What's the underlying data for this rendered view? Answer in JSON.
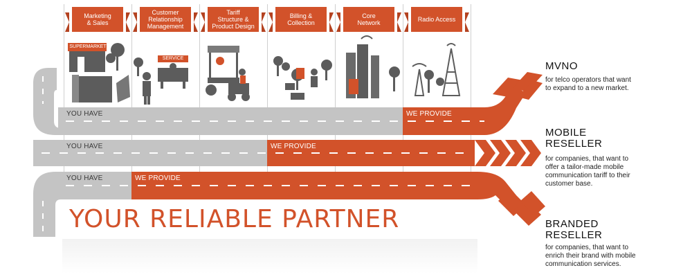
{
  "columns": [
    {
      "label": "Marketing\n& Sales"
    },
    {
      "label": "Customer\nRelationship\nManagement"
    },
    {
      "label": "Tariff\nStructure &\nProduct Design"
    },
    {
      "label": "Billing &\nCollection"
    },
    {
      "label": "Core\nNetwork"
    },
    {
      "label": "Radio Access"
    }
  ],
  "scene": {
    "supermarket_sign": "SUPERMARKET",
    "service_sign": "SERVICE"
  },
  "lanes": [
    {
      "have_label": "YOU HAVE",
      "provide_label": "WE PROVIDE",
      "provided_from_column": 6
    },
    {
      "have_label": "YOU HAVE",
      "provide_label": "WE PROVIDE",
      "provided_from_column": 4
    },
    {
      "have_label": "YOU HAVE",
      "provide_label": "WE PROVIDE",
      "provided_from_column": 2
    }
  ],
  "headline": "YOUR RELIABLE PARTNER",
  "outcomes": [
    {
      "title": "MVNO",
      "description": "for telco operators that want\nto expand to a new market."
    },
    {
      "title": "MOBILE\nRESELLER",
      "description": "for companies, that want to\noffer a tailor-made mobile\ncommunication tariff to their\ncustomer base."
    },
    {
      "title": "BRANDED\nRESELLER",
      "description": "for companies, that want to\nenrich their brand with mobile\ncommunication services."
    }
  ],
  "colors": {
    "accent": "#d2522a",
    "road_grey": "#c4c4c4",
    "dash": "#ffffff",
    "illustration": "#5c5c5c"
  }
}
